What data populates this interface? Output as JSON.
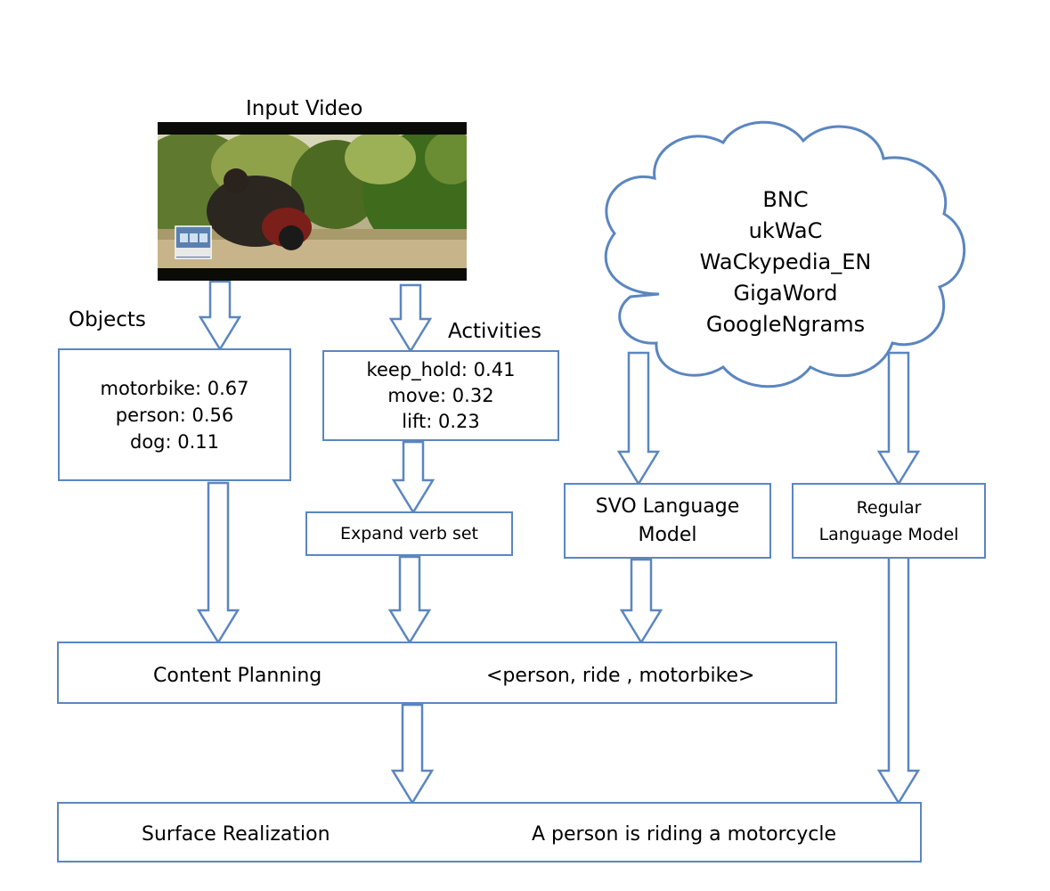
{
  "diagram": {
    "input_video_label": "Input Video",
    "objects_label": "Objects",
    "activities_label": "Activities",
    "objects": [
      "motorbike: 0.67",
      "person: 0.56",
      "dog: 0.11"
    ],
    "activities": [
      "keep_hold: 0.41",
      "move: 0.32",
      "lift: 0.23"
    ],
    "expand_verb_set": "Expand verb set",
    "corpora": [
      "BNC",
      "ukWaC",
      "WaCkypedia_EN",
      "GigaWord",
      "GoogleNgrams"
    ],
    "svo_lm": [
      "SVO Language",
      "Model"
    ],
    "regular_lm": [
      "Regular",
      "Language Model"
    ],
    "content_planning": {
      "label": "Content Planning",
      "triple": "<person, ride , motorbike>"
    },
    "surface_realization": {
      "label": "Surface Realization",
      "sentence": "A person is riding a motorcycle"
    },
    "colors": {
      "box_border": "#5b86c0",
      "arrow_stroke": "#5b86c0"
    }
  }
}
